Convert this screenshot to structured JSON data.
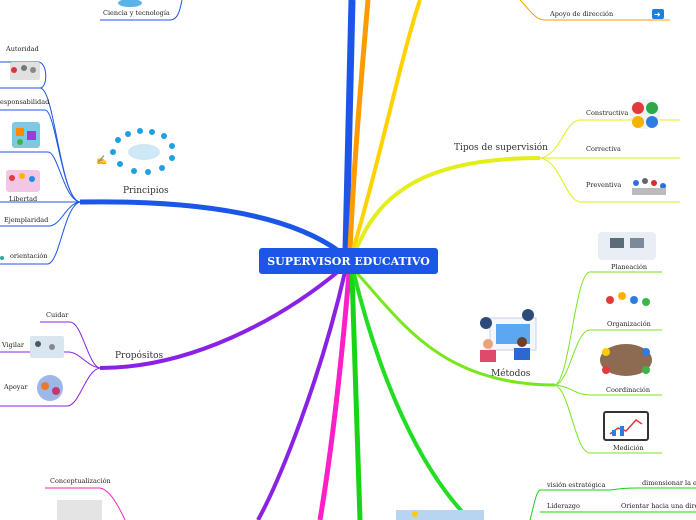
{
  "center": "SUPERVISOR EDUCATIVO",
  "branches": {
    "principios": {
      "label": "Principios",
      "items": [
        "Autoridad",
        "esponsabilidad",
        "Libertad",
        "Ejemplaridad",
        "orientación"
      ]
    },
    "propositos": {
      "label": "Propósitos",
      "items": [
        "Cuidar",
        "Vigilar",
        "Apoyar"
      ]
    },
    "tipos": {
      "label": "Tipos de supervisión",
      "items": [
        "Constructiva",
        "Correctiva",
        "Preventiva"
      ]
    },
    "metodos": {
      "label": "Métodos",
      "items": [
        "Planeación",
        "Organización",
        "Coordinación",
        "Medición"
      ]
    },
    "top": {
      "left_item": "Ciencia y tecnología",
      "right_item": "Apoyo de dirección"
    },
    "bottom_left": {
      "item": "Conceptualización"
    },
    "bottom_right": {
      "items": [
        "visión estratégica",
        "Liderazgo"
      ],
      "sub_items": [
        "dimensionar la edu",
        "Orientar hacia una direcci"
      ]
    }
  },
  "colors": {
    "center": "#1c56e8",
    "principios": "#1c56e8",
    "propositos": "#8a22e6",
    "tipos": "#e3ee1a",
    "metodos": "#78e61e",
    "orange": "#ff9a00",
    "magenta": "#ff1fc8",
    "green": "#16d416"
  }
}
